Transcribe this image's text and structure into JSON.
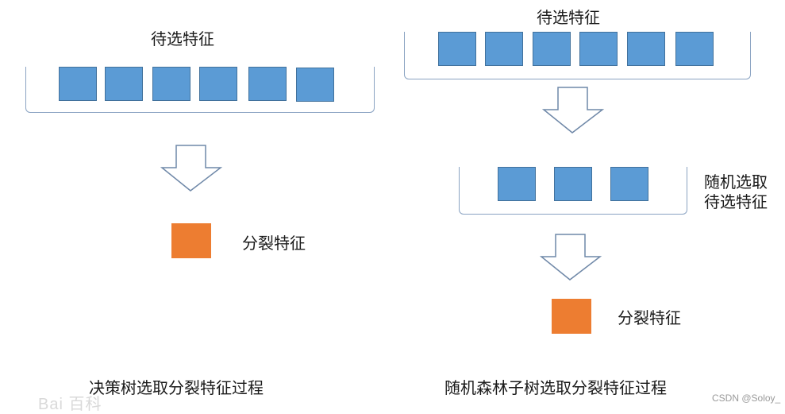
{
  "left": {
    "title": "待选特征",
    "split_label": "分裂特征",
    "caption": "决策树选取分裂特征过程",
    "candidate_count": 6
  },
  "right": {
    "title": "待选特征",
    "subset_label_line1": "随机选取",
    "subset_label_line2": "待选特征",
    "split_label": "分裂特征",
    "caption": "随机森林子树选取分裂特征过程",
    "candidate_count": 6,
    "subset_count": 3
  },
  "colors": {
    "feature_blue": "#5b9bd5",
    "split_orange": "#ed7d31",
    "bracket": "#8aa3c2"
  },
  "watermark": "CSDN @Soloy_",
  "baidu_mark": "Bai 百科"
}
